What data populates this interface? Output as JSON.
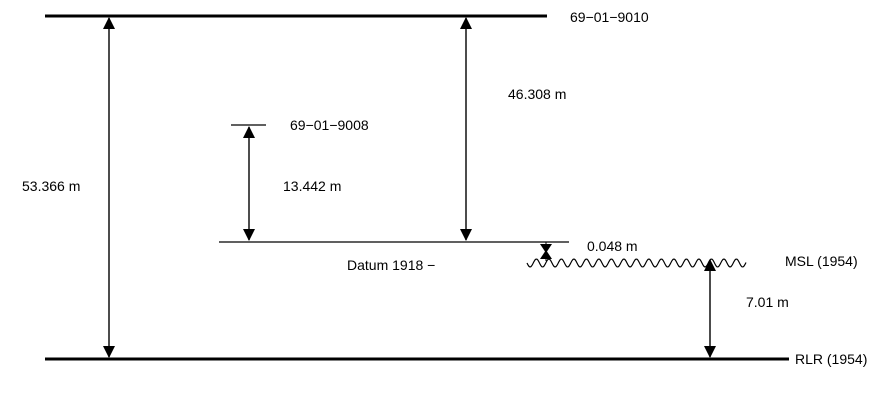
{
  "levels": {
    "top_benchmark": "69−01−9010",
    "mid_benchmark": "69−01−9008",
    "datum": "Datum 1918 −",
    "msl": "MSL (1954)",
    "rlr": "RLR (1954)"
  },
  "measurements": {
    "rlr_to_top": "53.366 m",
    "datum_to_top": "46.308 m",
    "datum_to_mid": "13.442 m",
    "datum_to_msl": "0.048 m",
    "rlr_to_msl": "7.01 m"
  }
}
